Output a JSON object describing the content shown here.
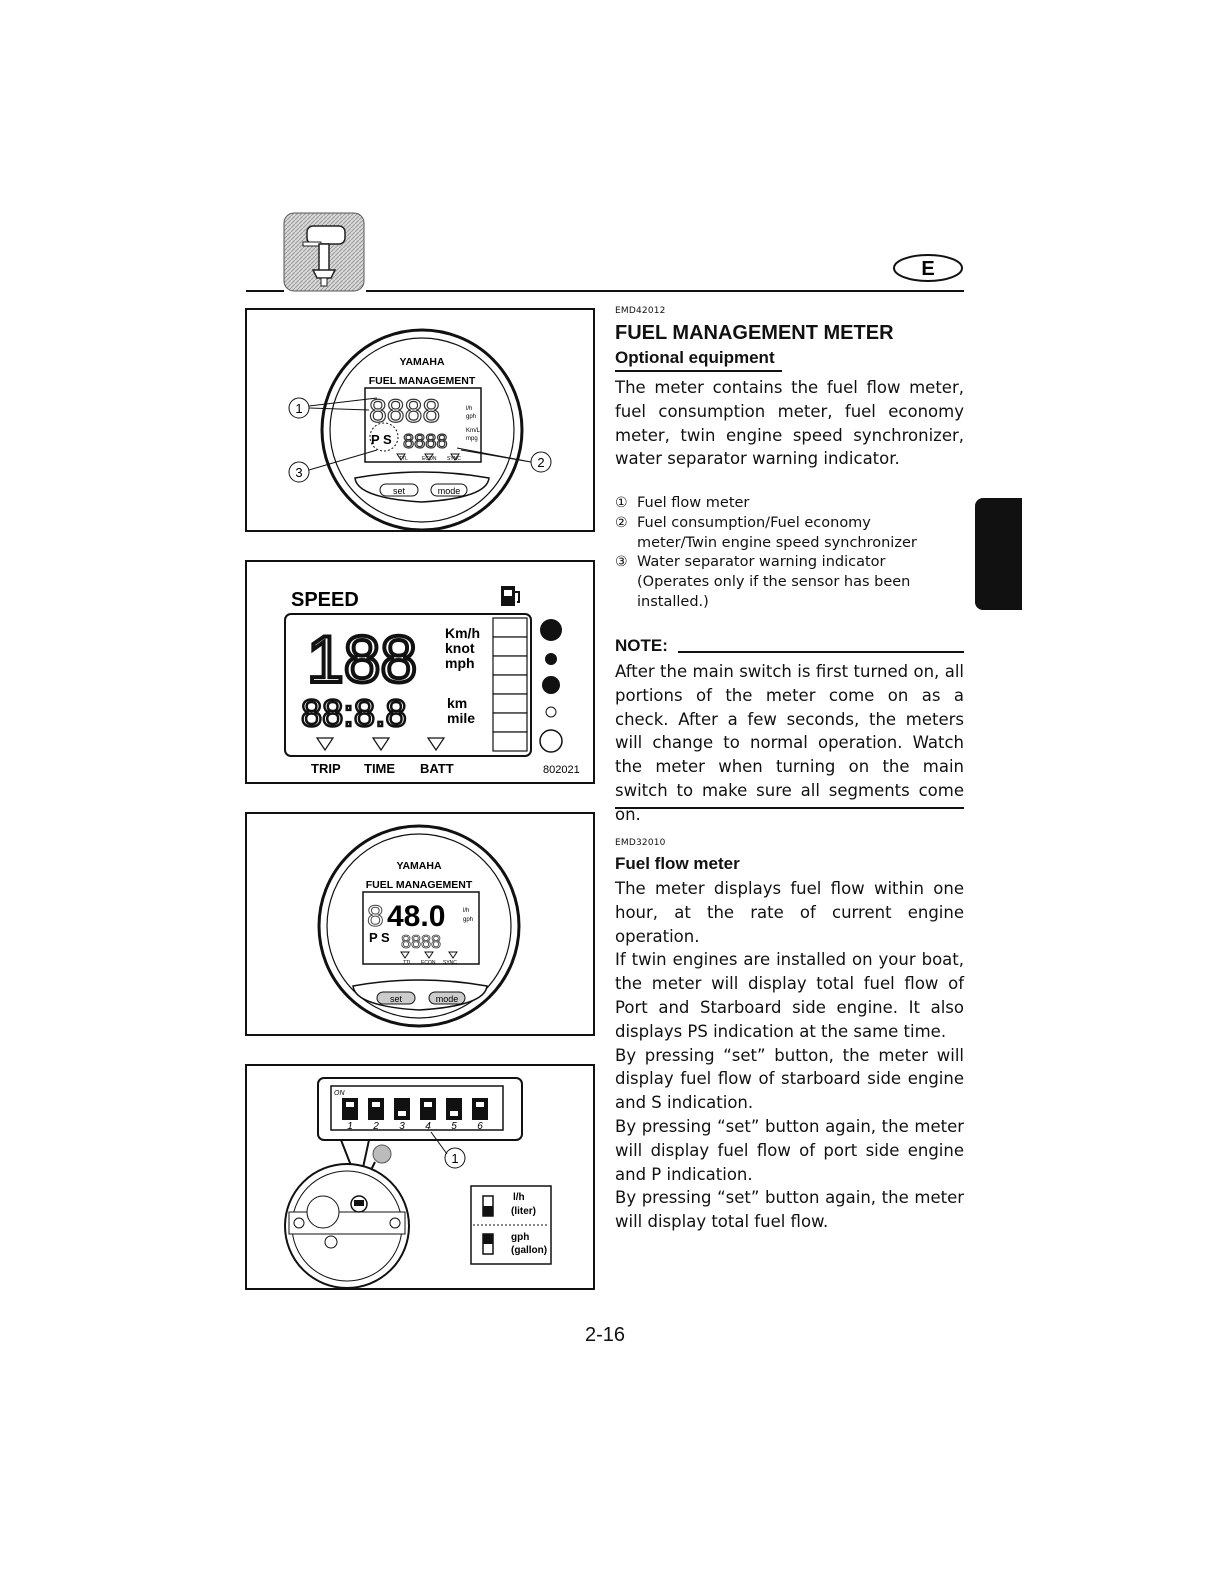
{
  "header": {
    "language_badge": "E"
  },
  "section1": {
    "code": "EMD42012",
    "title": "FUEL MANAGEMENT METER",
    "subtitle": "Optional equipment",
    "intro": "The meter contains the fuel flow meter, fuel consumption meter, fuel economy meter, twin engine speed synchronizer, water separator warning indicator.",
    "items": [
      {
        "num": "①",
        "text": "Fuel flow meter"
      },
      {
        "num": "②",
        "text": "Fuel consumption/Fuel economy meter/Twin engine speed synchronizer"
      },
      {
        "num": "③",
        "text": "Water separator warning indicator (Operates only if the sensor has been installed.)"
      }
    ]
  },
  "note": {
    "label": "NOTE:",
    "text": "After the main switch is first turned on, all portions of the meter come on as a check. After a few seconds, the meters will change to normal operation. Watch the meter when turning on the main switch to make sure all segments come on."
  },
  "section2": {
    "code": "EMD32010",
    "title": "Fuel flow meter",
    "paragraphs": [
      "The meter displays fuel flow within one hour, at the rate of current engine operation.",
      "If twin engines are installed on your boat, the meter will display total fuel flow of Port and Starboard side engine. It also displays PS indication at the same time.",
      "By pressing “set” button, the meter will display fuel flow of starboard side engine and S indication.",
      "By pressing “set” button again, the meter will display fuel flow of port side engine and P indication.",
      "By pressing “set” button again, the meter will display total fuel flow."
    ]
  },
  "fig1": {
    "brand": "YAMAHA",
    "name": "FUEL MANAGEMENT",
    "callout1": "1",
    "callout2": "2",
    "callout3": "3",
    "lcd_units": [
      "l/h",
      "gph",
      "Km/L",
      "mpg"
    ],
    "lcd_ps": "P S",
    "tab_labels": [
      "TTL",
      "ECON",
      "SYNC"
    ],
    "btn_set": "set",
    "btn_mode": "mode"
  },
  "fig2": {
    "speed_label": "SPEED",
    "big_digits": "188",
    "units_top": [
      "Km/h",
      "knot",
      "mph"
    ],
    "small_digits": "88:8.8",
    "units_bottom": [
      "km",
      "mile"
    ],
    "bottom_labels": [
      "TRIP",
      "TIME",
      "BATT"
    ],
    "fig_code": "802021"
  },
  "fig3": {
    "brand": "YAMAHA",
    "name": "FUEL MANAGEMENT",
    "reading": "48.0",
    "lcd_units": [
      "l/h",
      "gph"
    ],
    "lcd_ps": "P S",
    "tab_labels": [
      "TTL",
      "ECON",
      "SYNC"
    ],
    "btn_set": "set",
    "btn_mode": "mode"
  },
  "fig4": {
    "on_label": "ON",
    "switch_numbers": [
      "1",
      "2",
      "3",
      "4",
      "5",
      "6"
    ],
    "callout": "1",
    "legend": [
      {
        "unit": "l/h",
        "desc": "(liter)"
      },
      {
        "unit": "gph",
        "desc": "(gallon)"
      }
    ]
  },
  "footer": {
    "page_number": "2-16"
  }
}
